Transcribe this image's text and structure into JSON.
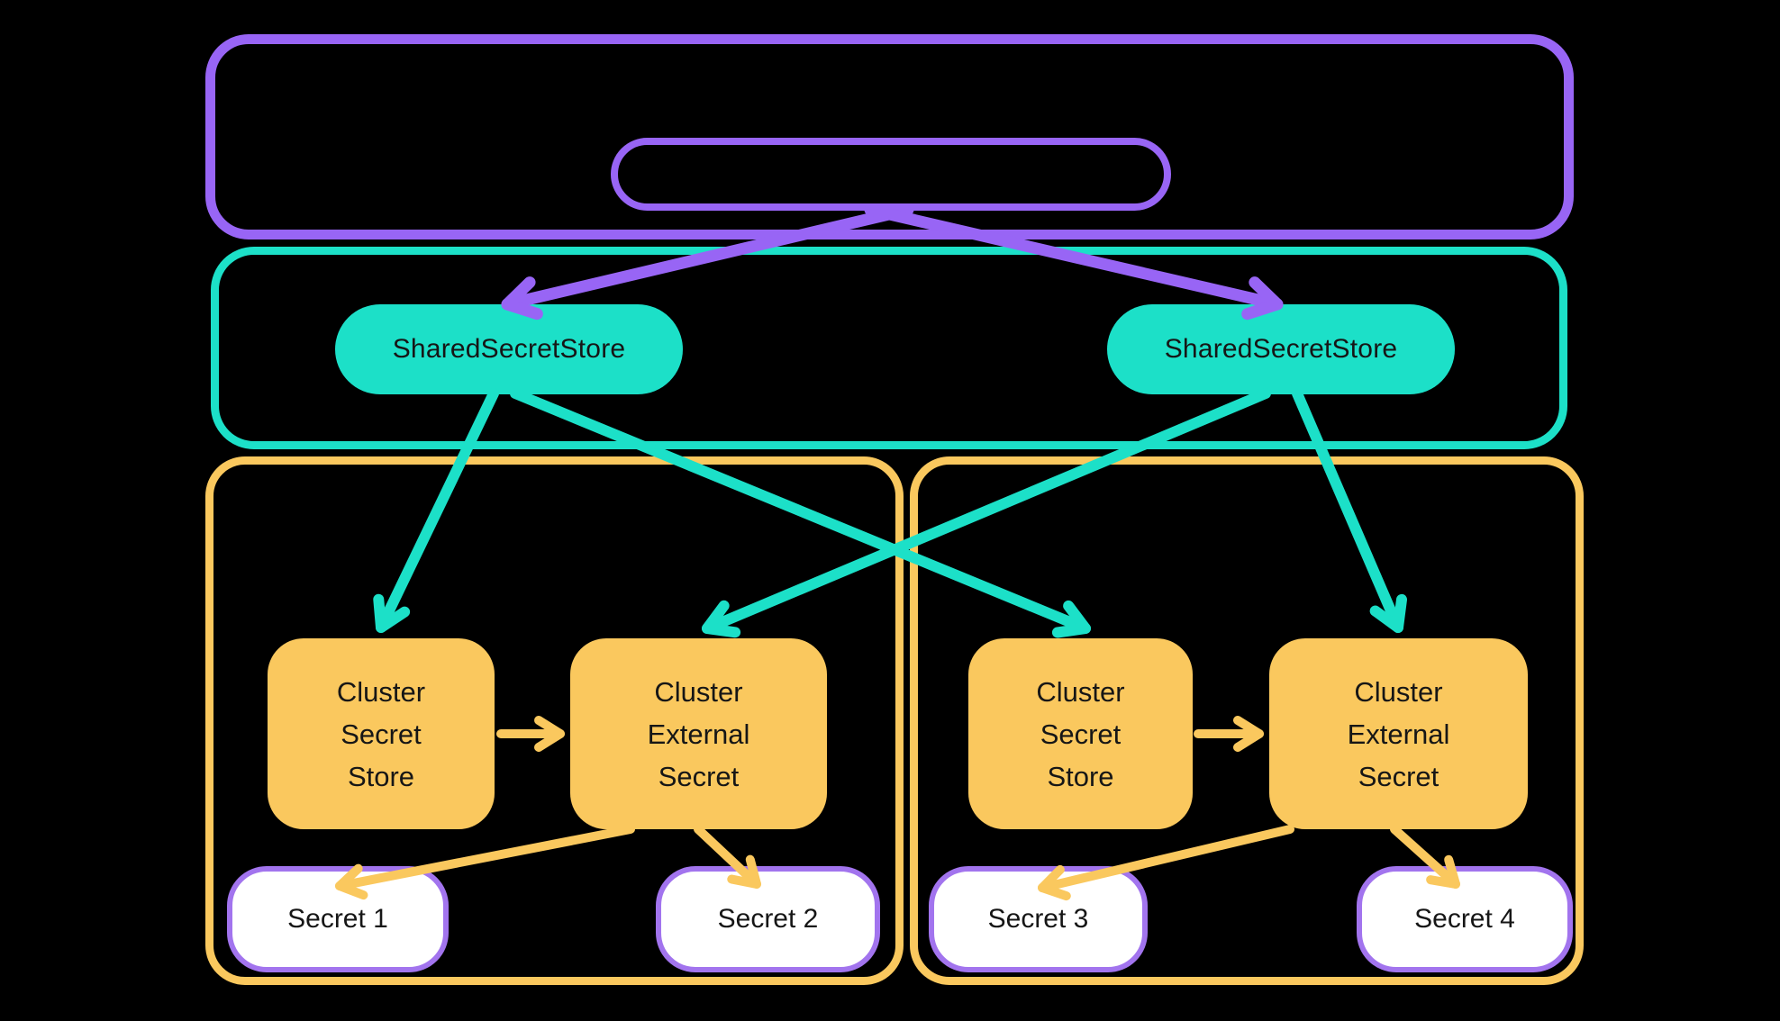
{
  "colors": {
    "background": "#000000",
    "purple": "#9865F5",
    "teal": "#1CE0C8",
    "orange": "#FAC85E",
    "text_dark": "#161616",
    "secret_fill": "#FFFFFF",
    "secret_border": "#A274EE"
  },
  "shared_stores": [
    {
      "label": "SharedSecretStore"
    },
    {
      "label": "SharedSecretStore"
    }
  ],
  "clusters": [
    {
      "secret_store_lines": [
        "Cluster",
        "Secret",
        "Store"
      ],
      "external_secret_lines": [
        "Cluster",
        "External",
        "Secret"
      ],
      "secrets": [
        {
          "label": "Secret 1"
        },
        {
          "label": "Secret 2"
        }
      ]
    },
    {
      "secret_store_lines": [
        "Cluster",
        "Secret",
        "Store"
      ],
      "external_secret_lines": [
        "Cluster",
        "External",
        "Secret"
      ],
      "secrets": [
        {
          "label": "Secret 3"
        },
        {
          "label": "Secret 4"
        }
      ]
    }
  ]
}
